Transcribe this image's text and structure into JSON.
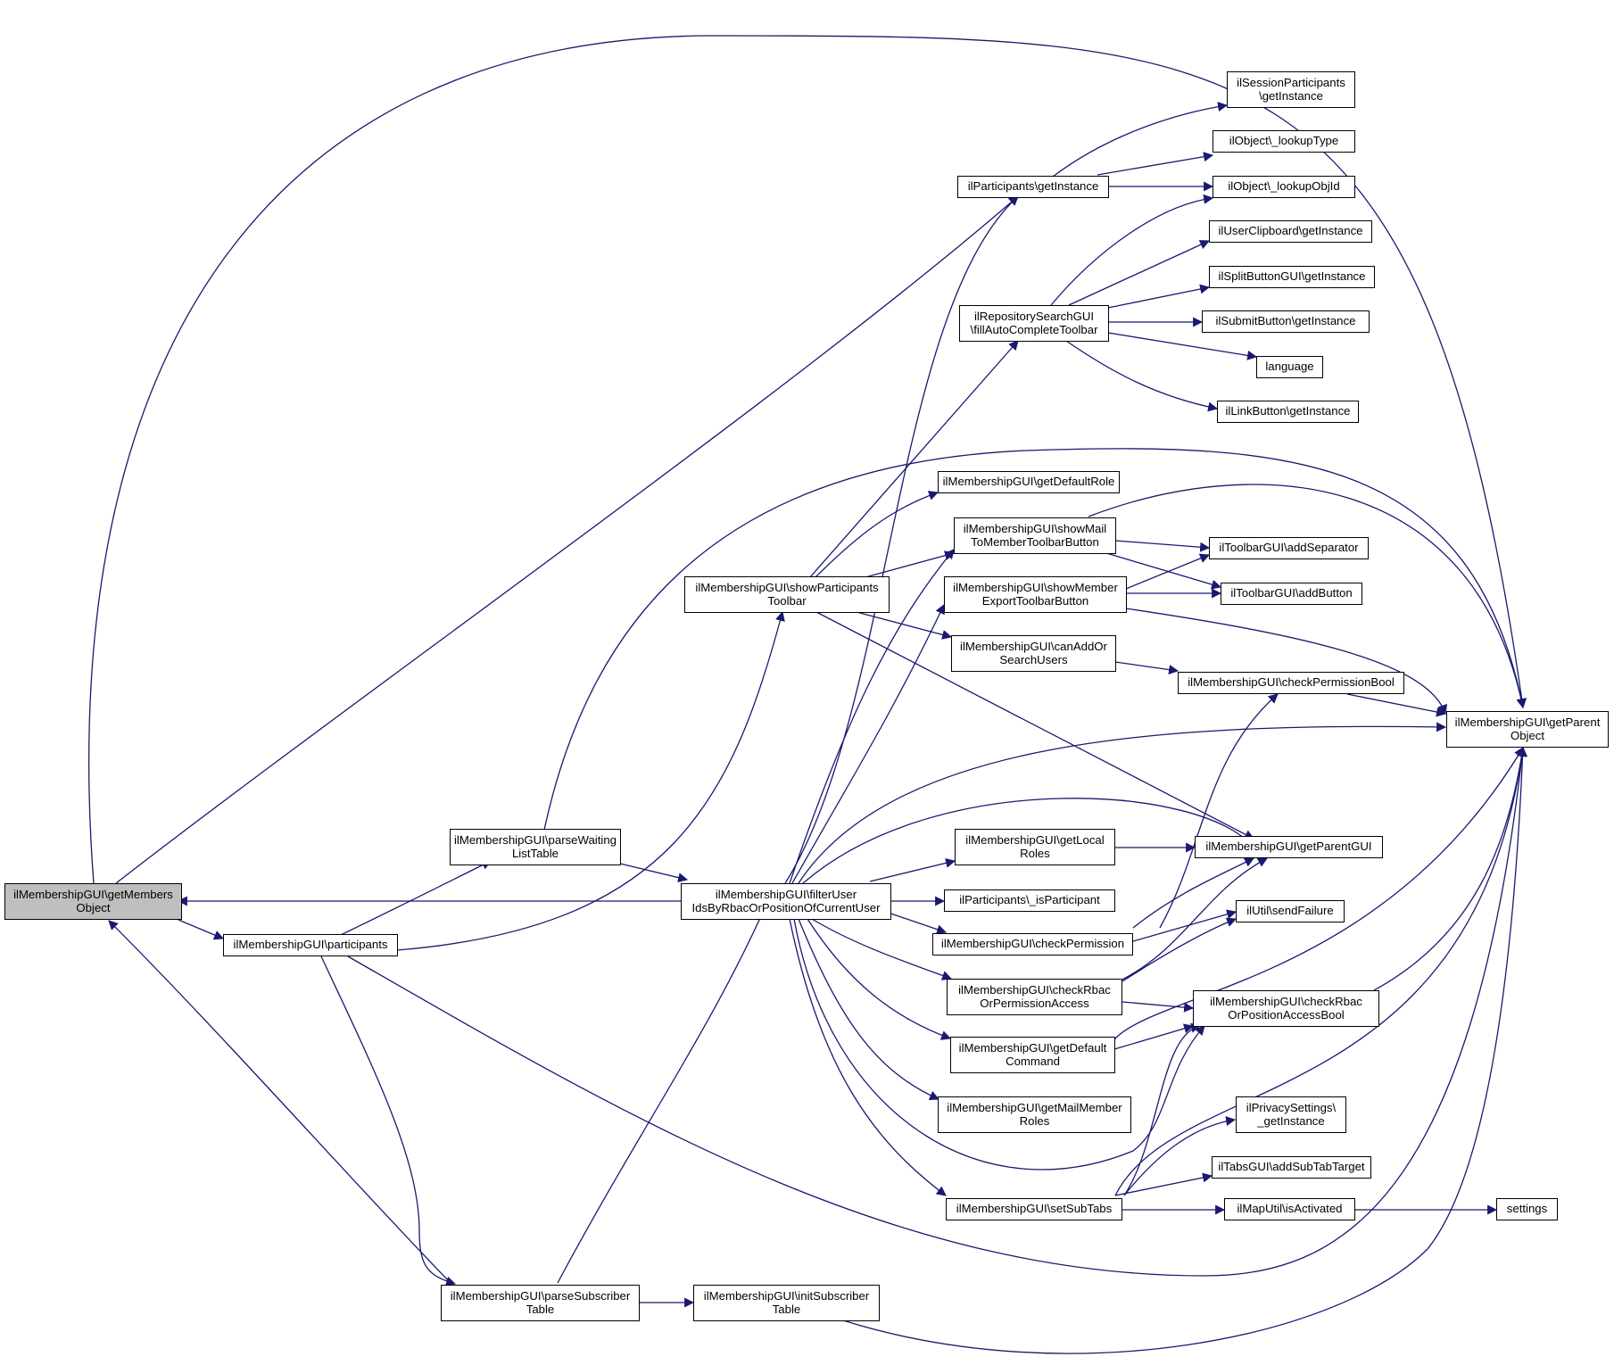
{
  "colors": {
    "edge": "#191970",
    "node_border": "#000000",
    "focus_fill": "#bfbfbf",
    "background": "#ffffff"
  },
  "nodes": {
    "getMembersObject": "ilMembershipGUI\\getMembers\nObject",
    "participants": "ilMembershipGUI\\participants",
    "parseWaitingListTable": "ilMembershipGUI\\parseWaiting\nListTable",
    "parseSubscriberTable": "ilMembershipGUI\\parseSubscriber\nTable",
    "initSubscriberTable": "ilMembershipGUI\\initSubscriber\nTable",
    "showParticipantsToolbar": "ilMembershipGUI\\showParticipants\nToolbar",
    "filterUserIds": "ilMembershipGUI\\filterUser\nIdsByRbacOrPositionOfCurrentUser",
    "participantsGetInstance": "ilParticipants\\getInstance",
    "fillAutoCompleteToolbar": "ilRepositorySearchGUI\n\\fillAutoCompleteToolbar",
    "sessionParticipantsGetInstance": "ilSessionParticipants\n\\getInstance",
    "lookupType": "ilObject\\_lookupType",
    "lookupObjId": "ilObject\\_lookupObjId",
    "userClipboard": "ilUserClipboard\\getInstance",
    "splitButton": "ilSplitButtonGUI\\getInstance",
    "submitButton": "ilSubmitButton\\getInstance",
    "language": "language",
    "linkButton": "ilLinkButton\\getInstance",
    "getDefaultRole": "ilMembershipGUI\\getDefaultRole",
    "showMailToMember": "ilMembershipGUI\\showMail\nToMemberToolbarButton",
    "showMemberExport": "ilMembershipGUI\\showMember\nExportToolbarButton",
    "canAddOrSearchUsers": "ilMembershipGUI\\canAddOr\nSearchUsers",
    "addSeparator": "ilToolbarGUI\\addSeparator",
    "addButton": "ilToolbarGUI\\addButton",
    "checkPermissionBool": "ilMembershipGUI\\checkPermissionBool",
    "getParentObject": "ilMembershipGUI\\getParent\nObject",
    "getLocalRoles": "ilMembershipGUI\\getLocal\nRoles",
    "getParentGUI": "ilMembershipGUI\\getParentGUI",
    "isParticipant": "ilParticipants\\_isParticipant",
    "checkPermission": "ilMembershipGUI\\checkPermission",
    "sendFailure": "ilUtil\\sendFailure",
    "checkRbacOrPermissionAccess": "ilMembershipGUI\\checkRbac\nOrPermissionAccess",
    "checkRbacOrPositionAccessBool": "ilMembershipGUI\\checkRbac\nOrPositionAccessBool",
    "getDefaultCommand": "ilMembershipGUI\\getDefault\nCommand",
    "getMailMemberRoles": "ilMembershipGUI\\getMailMember\nRoles",
    "privacySettings": "ilPrivacySettings\\\n_getInstance",
    "addSubTabTarget": "ilTabsGUI\\addSubTabTarget",
    "setSubTabs": "ilMembershipGUI\\setSubTabs",
    "mapUtilIsActivated": "ilMapUtil\\isActivated",
    "settings": "settings"
  }
}
